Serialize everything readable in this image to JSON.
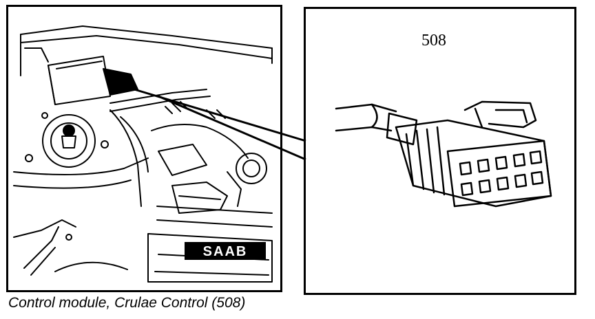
{
  "connector": {
    "code": "508"
  },
  "engine": {
    "badge": "SAAB"
  },
  "caption": {
    "text": "Control module, Crulae Control (508)"
  }
}
